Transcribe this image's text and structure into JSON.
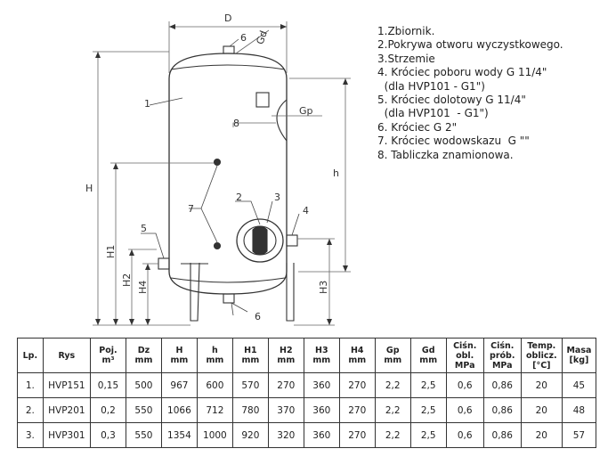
{
  "drawing": {
    "dim_labels": {
      "D": "D",
      "H": "H",
      "h": "h",
      "H1": "H1",
      "H2": "H2",
      "H3": "H3",
      "H4": "H4",
      "Gp": "Gp",
      "Gd": "Gd"
    },
    "callouts": {
      "c1": "1",
      "c2": "2",
      "c3": "3",
      "c4": "4",
      "c5": "5",
      "c6_top": "6",
      "c6_bottom": "6",
      "c7": "7",
      "c8": "8"
    }
  },
  "legend": [
    "1.Zbiornik.",
    "2.Pokrywa otworu wyczystkowego.",
    "3.Strzemie",
    "4. Króciec poboru wody G 11/4\"",
    "  (dla HVP101 - G1\")",
    "5. Króciec dolotowy G 11/4\"",
    "  (dla HVP101  - G1\")",
    "6. Króciec G 2\"",
    "7. Króciec wodowskazu  G \"\"",
    "8. Tabliczka znamionowa."
  ],
  "table": {
    "headers": [
      [
        "Lp."
      ],
      [
        "Rys"
      ],
      [
        "Poj.",
        "m³"
      ],
      [
        "Dz",
        "mm"
      ],
      [
        "H",
        "mm"
      ],
      [
        "h",
        "mm"
      ],
      [
        "H1",
        "mm"
      ],
      [
        "H2",
        "mm"
      ],
      [
        "H3",
        "mm"
      ],
      [
        "H4",
        "mm"
      ],
      [
        "Gp",
        "mm"
      ],
      [
        "Gd",
        "mm"
      ],
      [
        "Ciśn.",
        "obl.",
        "MPa"
      ],
      [
        "Ciśn.",
        "prób.",
        "MPa"
      ],
      [
        "Temp.",
        "oblicz.",
        "[°C]"
      ],
      [
        "Masa",
        "[kg]"
      ]
    ],
    "rows": [
      [
        "1.",
        "HVP151",
        "0,15",
        "500",
        "967",
        "600",
        "570",
        "270",
        "360",
        "270",
        "2,2",
        "2,5",
        "0,6",
        "0,86",
        "20",
        "45"
      ],
      [
        "2.",
        "HVP201",
        "0,2",
        "550",
        "1066",
        "712",
        "780",
        "370",
        "360",
        "270",
        "2,2",
        "2,5",
        "0,6",
        "0,86",
        "20",
        "48"
      ],
      [
        "3.",
        "HVP301",
        "0,3",
        "550",
        "1354",
        "1000",
        "920",
        "320",
        "360",
        "270",
        "2,2",
        "2,5",
        "0,6",
        "0,86",
        "20",
        "57"
      ]
    ]
  }
}
